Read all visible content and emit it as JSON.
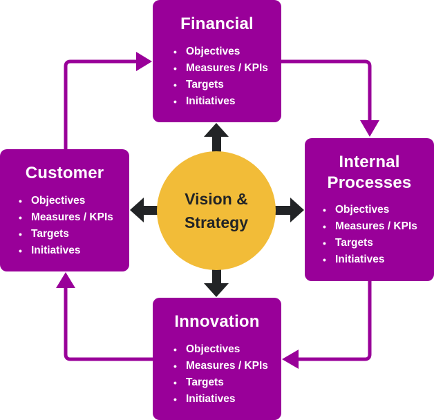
{
  "colors": {
    "box": "#990099",
    "center": "#F2BC38",
    "center_text": "#222426",
    "arrow_dark": "#222426",
    "connector": "#990099"
  },
  "center": {
    "line1": "Vision &",
    "line2": "Strategy"
  },
  "perspectives": {
    "financial": {
      "title": "Financial",
      "items": [
        "Objectives",
        "Measures / KPIs",
        "Targets",
        "Initiatives"
      ]
    },
    "customer": {
      "title": "Customer",
      "items": [
        "Objectives",
        "Measures / KPIs",
        "Targets",
        "Initiatives"
      ]
    },
    "internal": {
      "title_line1": "Internal",
      "title_line2": "Processes",
      "items": [
        "Objectives",
        "Measures / KPIs",
        "Targets",
        "Initiatives"
      ]
    },
    "innovation": {
      "title": "Innovation",
      "items": [
        "Objectives",
        "Measures / KPIs",
        "Targets",
        "Initiatives"
      ]
    }
  },
  "flow": [
    "Customer",
    "Financial",
    "Internal Processes",
    "Innovation",
    "Customer"
  ]
}
